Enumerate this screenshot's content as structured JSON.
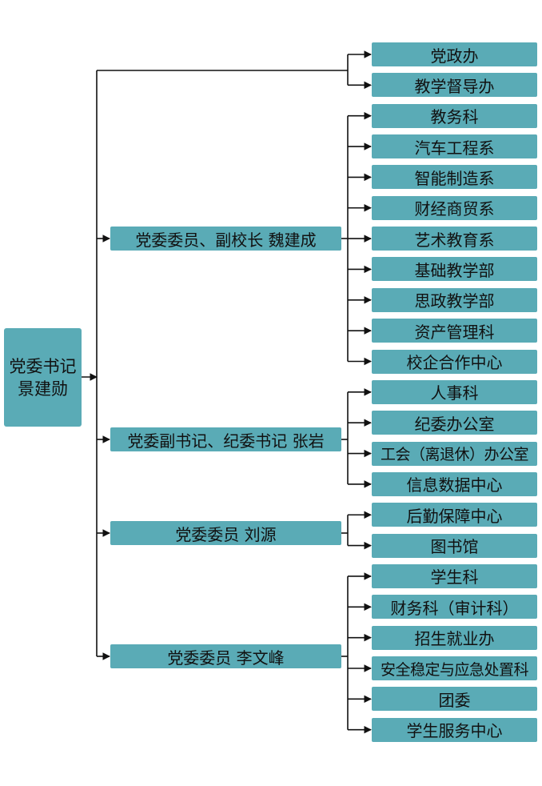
{
  "root": {
    "line1": "党委书记",
    "line2": "景建勋"
  },
  "top_depts": [
    "党政办",
    "教学督导办"
  ],
  "groups": [
    {
      "label": "党委委员、副校长  魏建成",
      "depts": [
        "教务科",
        "汽车工程系",
        "智能制造系",
        "财经商贸系",
        "艺术教育系",
        "基础教学部",
        "思政教学部",
        "资产管理科",
        "校企合作中心"
      ]
    },
    {
      "label": "党委副书记、纪委书记  张岩",
      "depts": [
        "人事科",
        "纪委办公室",
        "工会（离退休）办公室",
        "信息数据中心"
      ]
    },
    {
      "label": "党委委员    刘源",
      "depts": [
        "后勤保障中心",
        "图书馆"
      ]
    },
    {
      "label": "党委委员    李文峰",
      "depts": [
        "学生科",
        "财务科（审计科）",
        "招生就业办",
        "安全稳定与应急处置科",
        "团委",
        "学生服务中心"
      ]
    }
  ],
  "colors": {
    "box": "#5aabb6",
    "line": "#111111",
    "text": "#111111"
  }
}
